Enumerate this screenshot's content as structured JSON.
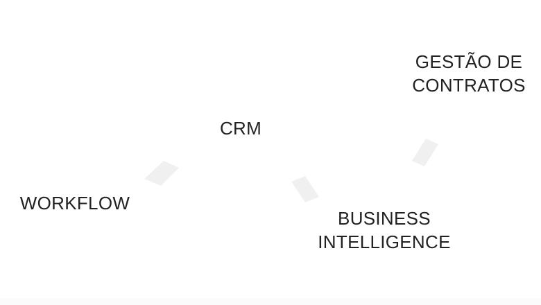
{
  "diagram": {
    "nodes": {
      "gestao_contratos": {
        "line1": "GESTÃO DE",
        "line2": "CONTRATOS"
      },
      "crm": {
        "label": "CRM"
      },
      "workflow": {
        "label": "WORKFLOW"
      },
      "business_intelligence": {
        "line1": "BUSINESS",
        "line2": "INTELLIGENCE"
      }
    },
    "colors": {
      "background": "#ffffff",
      "text": "#222222",
      "connector": "#f0f0f0"
    }
  }
}
